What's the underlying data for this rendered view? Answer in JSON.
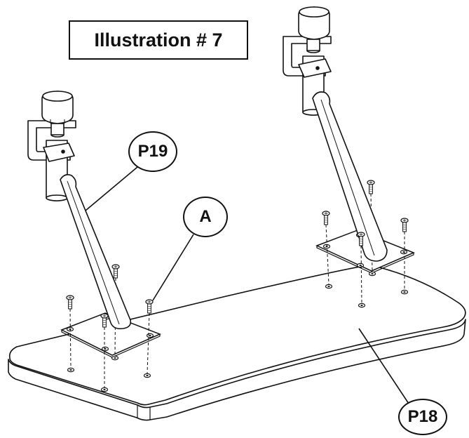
{
  "title": "Illustration # 7",
  "callouts": {
    "leg_label": "P19",
    "screw_label": "A",
    "top_label": "P18"
  }
}
